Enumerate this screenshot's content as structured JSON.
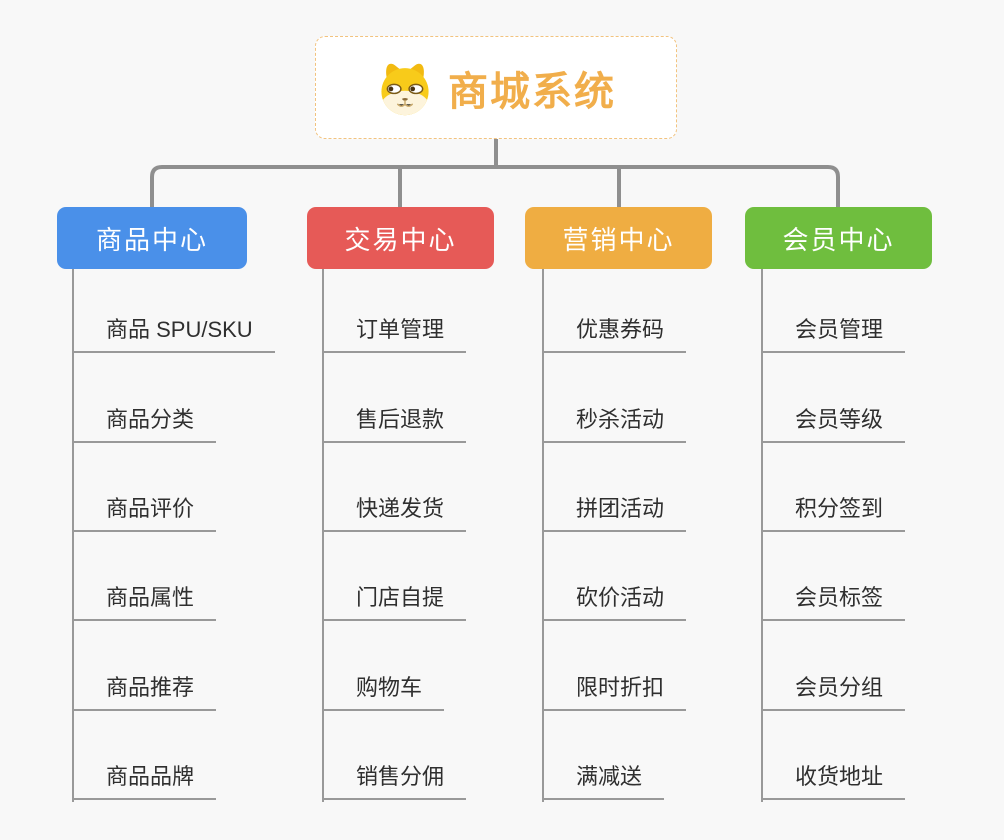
{
  "page": {
    "background_color": "#f8f8f8",
    "connector_color": "#8f8f8f",
    "leaf_line_color": "#999999"
  },
  "root": {
    "title": "商城系统",
    "title_color": "#f1ae4b",
    "border_color": "#f2c37f",
    "icon": "dog-face-icon"
  },
  "branches": [
    {
      "label": "商品中心",
      "color": "#4a90e9",
      "children": [
        "商品 SPU/SKU",
        "商品分类",
        "商品评价",
        "商品属性",
        "商品推荐",
        "商品品牌"
      ]
    },
    {
      "label": "交易中心",
      "color": "#e65a57",
      "children": [
        "订单管理",
        "售后退款",
        "快递发货",
        "门店自提",
        "购物车",
        "销售分佣"
      ]
    },
    {
      "label": "营销中心",
      "color": "#efad42",
      "children": [
        "优惠券码",
        "秒杀活动",
        "拼团活动",
        "砍价活动",
        "限时折扣",
        "满减送"
      ]
    },
    {
      "label": "会员中心",
      "color": "#6fbe3e",
      "children": [
        "会员管理",
        "会员等级",
        "积分签到",
        "会员标签",
        "会员分组",
        "收货地址"
      ]
    }
  ]
}
